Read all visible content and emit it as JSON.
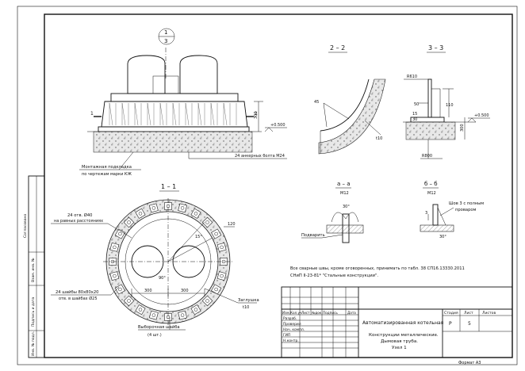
{
  "views": {
    "elevation": {
      "callout_num": "1",
      "callout_sheet": "3",
      "cut": "1",
      "dim_300": "300",
      "level": "+0.500",
      "bolts": "24 анкерных болта М24",
      "pad": "Монтажная подкладка",
      "pad_sub": "по чертежам марки КЖ"
    },
    "section_22": {
      "title": "2 – 2",
      "dim_45": "45",
      "t10": "t10"
    },
    "section_33": {
      "title": "3 – 3",
      "r610": "R610",
      "d50": "50",
      "d110": "110",
      "d15": "15",
      "d30": "30",
      "d300": "300",
      "level": "+0.500",
      "r800": "R800"
    },
    "plan_11": {
      "title": "1 – 1",
      "holes": "24 отв. Ø40",
      "holes_sub": "на равных расстояниях",
      "washers": "24 шайбы 80х80х20",
      "washers_sub": "отв. в шайбах Ø25",
      "d300a": "300",
      "d300b": "300",
      "d120": "120",
      "ang": "15°",
      "ang2": "90°",
      "plug": "Заглушка",
      "plug_sub": "t10",
      "drain": "Выборочная шайба",
      "drain_sub": "(4 шт.)"
    },
    "detail_aa": {
      "title": "а – а",
      "scale": "М12",
      "angle": "30°",
      "label": "Подварить"
    },
    "detail_bb": {
      "title": "б – б",
      "scale": "М12",
      "weld": "Шов 3 с полным",
      "weld_sub": "проваром",
      "num": "3",
      "angle": "30°"
    }
  },
  "note": {
    "line1": "Все сварные швы, кроме оговоренных, принимать по табл. 38 СП16.13330.2011",
    "line2": "СНиП II-23-81* \"Стальные конструкции\"."
  },
  "side_stamp": {
    "c1": "Согласовано",
    "c2": "Взам. инв. №",
    "c3": "Подпись и дата",
    "c4": "Инв. № подл."
  },
  "title_block": {
    "h_izm": "Изм.",
    "h_kol": "Кол.уч",
    "h_list": "Лист",
    "h_ndok": "№док.",
    "h_podp": "Подпись",
    "h_data": "Дата",
    "r1": "Разраб.",
    "r2": "Проверил",
    "r3": "Нач. компл.",
    "r4": "ГИП",
    "r5": "Н.контр.",
    "object": "Автоматизированная котельная",
    "h_stage": "Стадия",
    "h_sheet": "Лист",
    "h_sheets": "Листов",
    "stage": "Р",
    "sheet": "5",
    "desc1": "Конструкции металлические.",
    "desc2": "Дымовая труба.",
    "desc3": "Узел 1",
    "format": "Формат А3"
  }
}
